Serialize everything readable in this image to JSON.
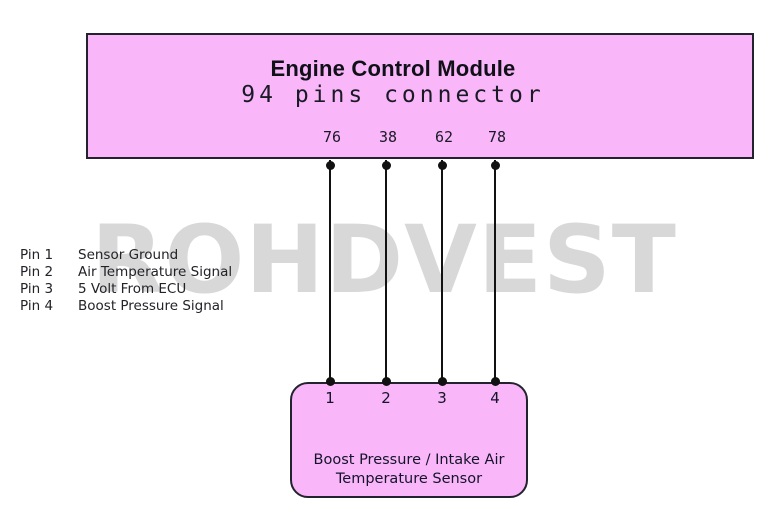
{
  "diagram": {
    "ecm": {
      "title": "Engine Control Module",
      "subtitle": "94 pins connector"
    },
    "wires": [
      {
        "ecm_pin": "76",
        "sensor_pin": "1"
      },
      {
        "ecm_pin": "38",
        "sensor_pin": "2"
      },
      {
        "ecm_pin": "62",
        "sensor_pin": "3"
      },
      {
        "ecm_pin": "78",
        "sensor_pin": "4"
      }
    ],
    "pin_legend": [
      {
        "pin": "Pin 1",
        "description": "Sensor Ground"
      },
      {
        "pin": "Pin 2",
        "description": "Air Temperature Signal"
      },
      {
        "pin": "Pin 3",
        "description": "5 Volt From ECU"
      },
      {
        "pin": "Pin 4",
        "description": "Boost Pressure Signal"
      }
    ],
    "sensor": {
      "label_line1": "Boost Pressure / Intake Air",
      "label_line2": "Temperature Sensor"
    },
    "watermark": "ROHDVEST",
    "colors": {
      "module_fill": "#f9b6f9",
      "module_border": "#23232f",
      "wire": "#111111",
      "watermark": "#d8d8d8",
      "text": "#14142a"
    }
  }
}
